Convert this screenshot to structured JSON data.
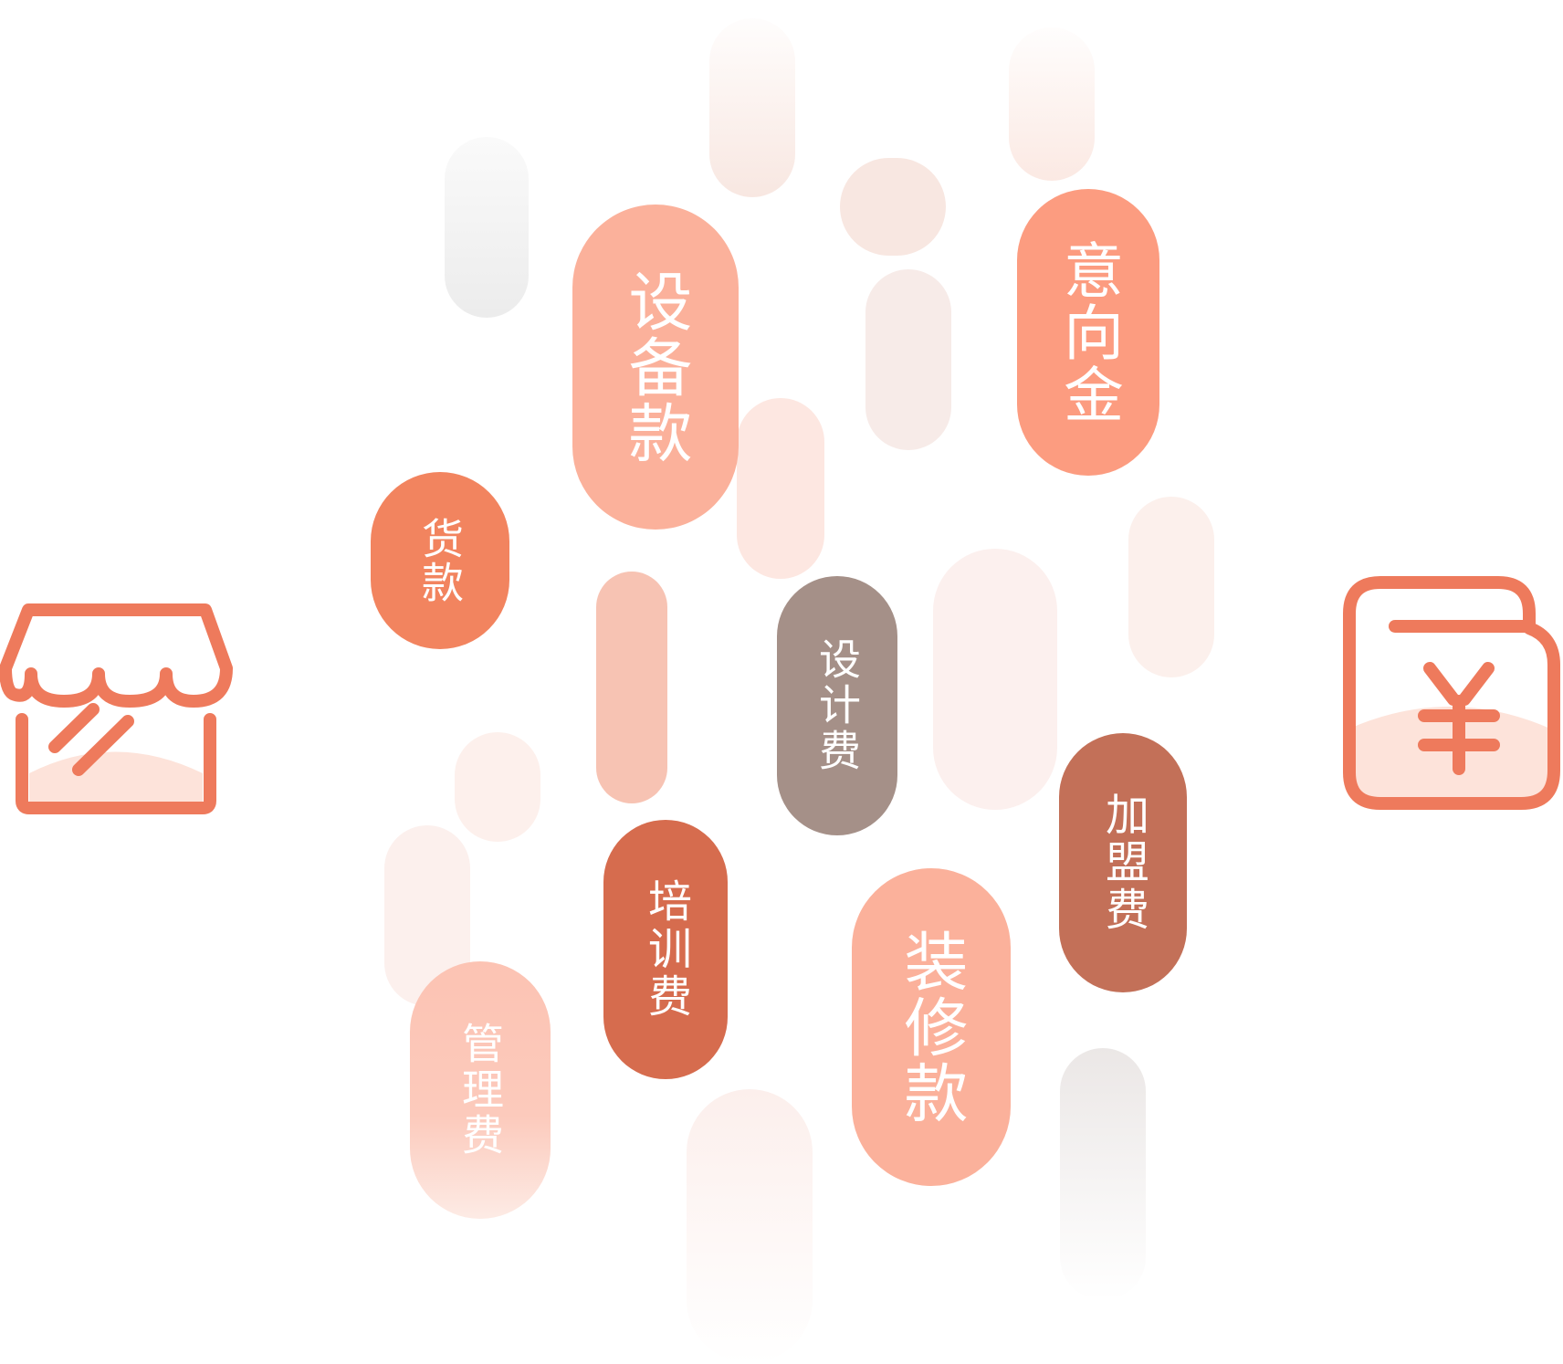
{
  "labels": {
    "equipment": "设备款",
    "intent": "意向金",
    "goods": "货款",
    "design": "设计费",
    "franchise": "加盟费",
    "training": "培训费",
    "decoration": "装修款",
    "management": "管理费"
  },
  "icons": {
    "left": "shop-icon",
    "right": "wallet-yuan-icon"
  },
  "colors": {
    "accent": "#ee7a5c",
    "equipment": "#fbb19b",
    "intent": "#fc9c80",
    "goods": "#f2845f",
    "design": "#a59088",
    "franchise": "#c37058",
    "training": "#d66c4e",
    "decoration": "#fbb19b",
    "management": "#fcc9bb"
  }
}
